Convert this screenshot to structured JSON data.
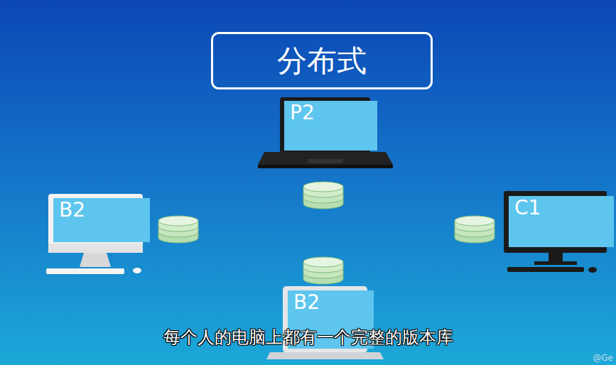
{
  "diagram": {
    "title": "分布式",
    "caption": "每个人的电脑上都有一个完整的版本库",
    "nodes": [
      {
        "text": [
          "P2"
        ]
      },
      {
        "text": [
          "B2"
        ]
      },
      {
        "text": [
          "C1"
        ]
      },
      {
        "text": [
          "B2"
        ]
      }
    ],
    "labels": [
      "@Ge"
    ]
  }
}
